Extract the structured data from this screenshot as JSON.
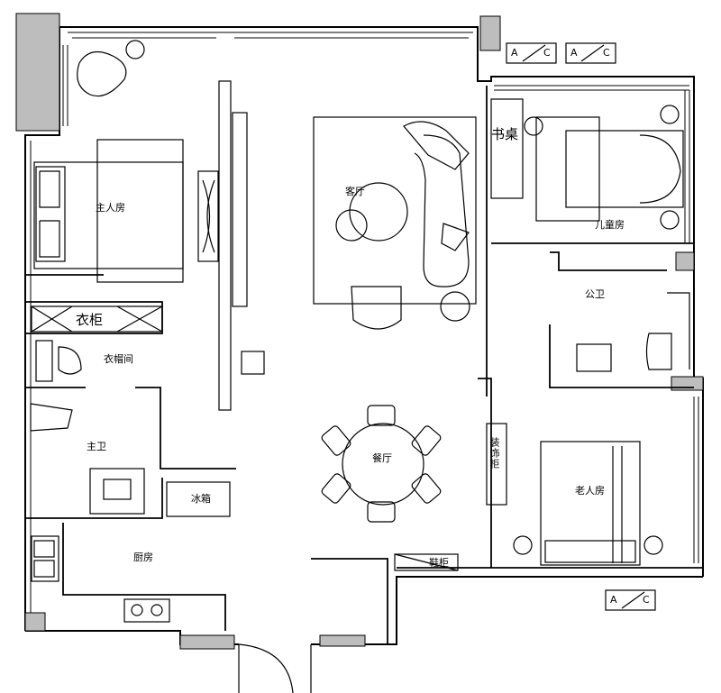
{
  "rooms": {
    "master_bedroom": "主人房",
    "walk_in_closet": "衣帽间",
    "master_bath": "主卫",
    "kitchen": "厨房",
    "living_room": "客厅",
    "dining_room": "餐厅",
    "study": "书桌",
    "kids_room": "儿童房",
    "public_bath": "公卫",
    "elder_room": "老人房"
  },
  "furniture": {
    "wardrobe": "衣柜",
    "decor_cabinet": "装饰柜",
    "shoe_cabinet": "鞋柜",
    "fridge": "冰箱"
  },
  "aircon": [
    "A",
    "C"
  ],
  "colors": {
    "wall": "#000000",
    "column": "#bdbdbd",
    "background": "#ffffff"
  }
}
